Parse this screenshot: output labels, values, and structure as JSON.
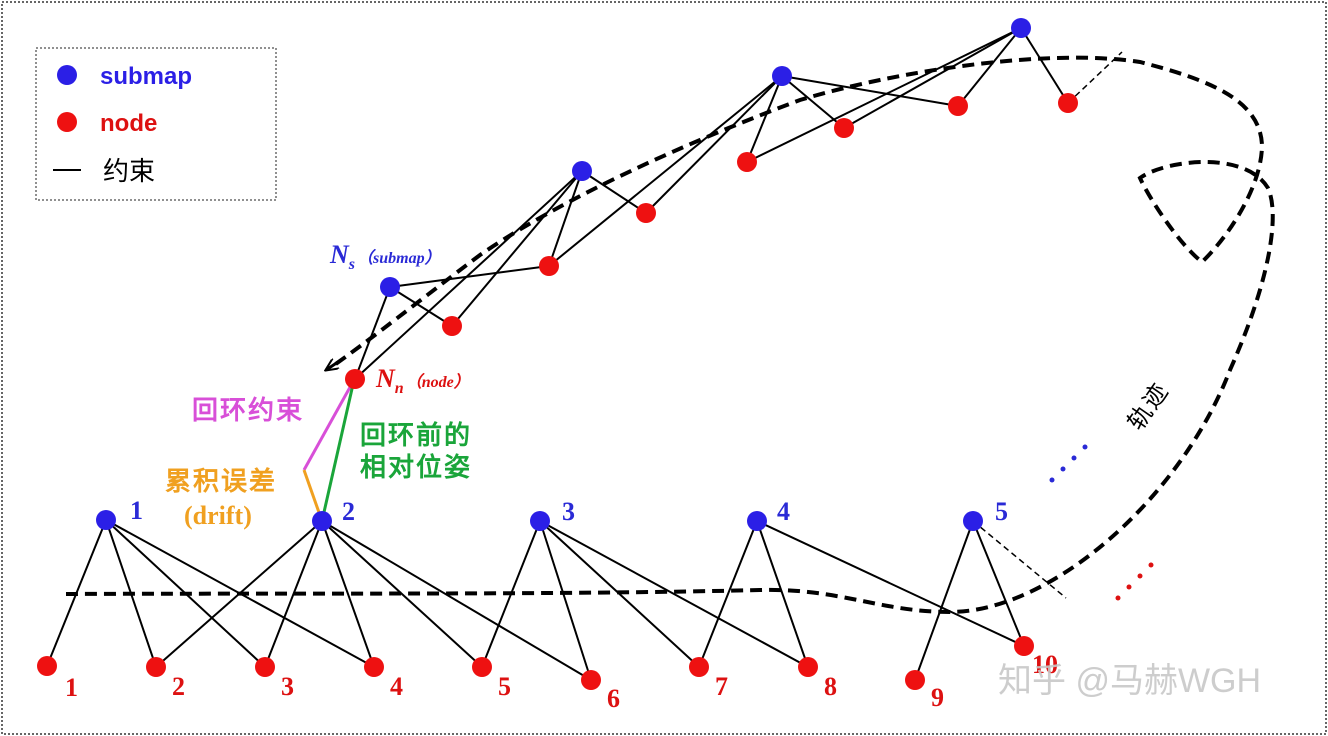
{
  "legend": {
    "submap_label": "submap",
    "node_label": "node",
    "constraint_label": "约束"
  },
  "labels": {
    "ns_main": "N",
    "ns_sub": "s",
    "ns_paren": "（submap）",
    "nn_main": "N",
    "nn_sub": "n",
    "nn_paren": "（node）",
    "loop_constraint": "回环约束",
    "drift_line1": "累积误差",
    "drift_line2": "(drift)",
    "relative_pose_line1": "回环前的",
    "relative_pose_line2": "相对位姿",
    "trajectory": "轨迹",
    "watermark": "知乎 @马赫WGH"
  },
  "bottom_submaps": [
    {
      "label": "1"
    },
    {
      "label": "2"
    },
    {
      "label": "3"
    },
    {
      "label": "4"
    },
    {
      "label": "5"
    }
  ],
  "bottom_nodes": [
    {
      "label": "1"
    },
    {
      "label": "2"
    },
    {
      "label": "3"
    },
    {
      "label": "4"
    },
    {
      "label": "5"
    },
    {
      "label": "6"
    },
    {
      "label": "7"
    },
    {
      "label": "8"
    },
    {
      "label": "9"
    },
    {
      "label": "10"
    }
  ],
  "colors": {
    "submap": "#2b1fe6",
    "node": "#ee1111",
    "label_blue": "#2a2ad6",
    "label_red": "#dd1111",
    "loop_constraint": "#d84fd8",
    "drift": "#f0a020",
    "relative_pose": "#1aa53a",
    "line": "#000000"
  }
}
